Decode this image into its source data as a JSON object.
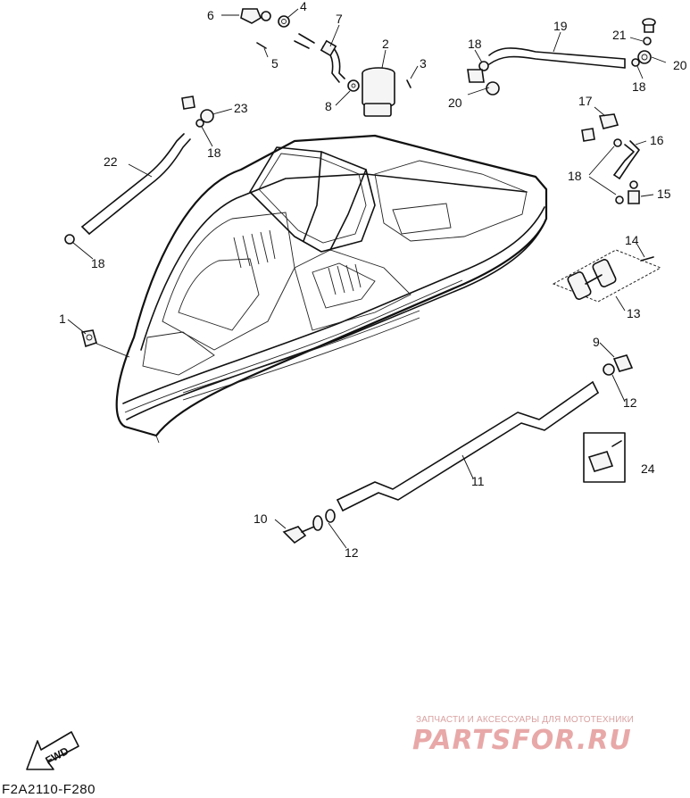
{
  "callouts": [
    {
      "id": "c1",
      "label": "1"
    },
    {
      "id": "c2",
      "label": "2"
    },
    {
      "id": "c3",
      "label": "3"
    },
    {
      "id": "c4",
      "label": "4"
    },
    {
      "id": "c5",
      "label": "5"
    },
    {
      "id": "c6",
      "label": "6"
    },
    {
      "id": "c7",
      "label": "7"
    },
    {
      "id": "c8",
      "label": "8"
    },
    {
      "id": "c9",
      "label": "9"
    },
    {
      "id": "c10",
      "label": "10"
    },
    {
      "id": "c11",
      "label": "11"
    },
    {
      "id": "c12a",
      "label": "12"
    },
    {
      "id": "c12b",
      "label": "12"
    },
    {
      "id": "c13",
      "label": "13"
    },
    {
      "id": "c14",
      "label": "14"
    },
    {
      "id": "c15",
      "label": "15"
    },
    {
      "id": "c16",
      "label": "16"
    },
    {
      "id": "c17",
      "label": "17"
    },
    {
      "id": "c18a",
      "label": "18"
    },
    {
      "id": "c18b",
      "label": "18"
    },
    {
      "id": "c18c",
      "label": "18"
    },
    {
      "id": "c18d",
      "label": "18"
    },
    {
      "id": "c18e",
      "label": "18"
    },
    {
      "id": "c19",
      "label": "19"
    },
    {
      "id": "c20a",
      "label": "20"
    },
    {
      "id": "c20b",
      "label": "20"
    },
    {
      "id": "c21",
      "label": "21"
    },
    {
      "id": "c22",
      "label": "22"
    },
    {
      "id": "c23",
      "label": "23"
    },
    {
      "id": "c24",
      "label": "24"
    }
  ],
  "fwd_label": "FWD",
  "diagram_code": "F2A2110-F280",
  "watermark": {
    "caption": "ЗАПЧАСТИ И АКСЕССУАРЫ ДЛЯ МОТОТЕХНИКИ",
    "logo": "PARTSFOR.RU"
  }
}
